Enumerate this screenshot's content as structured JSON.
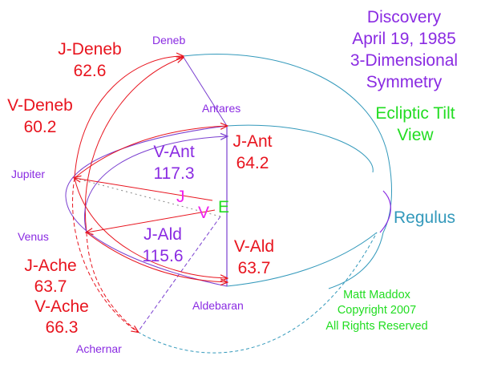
{
  "title": {
    "line1": "Discovery",
    "line2": "April 19, 1985",
    "line3": "3-Dimensional",
    "line4": "Symmetry",
    "view_line1": "Ecliptic Tilt",
    "view_line2": "View"
  },
  "stars": {
    "deneb": "Deneb",
    "antares": "Antares",
    "jupiter": "Jupiter",
    "venus": "Venus",
    "aldebaran": "Aldebaran",
    "achernar": "Achernar",
    "regulus": "Regulus"
  },
  "center": {
    "j": "J",
    "v": "V",
    "e": "E"
  },
  "angles": {
    "j_deneb_label": "J-Deneb",
    "j_deneb_value": "62.6",
    "v_deneb_label": "V-Deneb",
    "v_deneb_value": "60.2",
    "v_ant_label": "V-Ant",
    "v_ant_value": "117.3",
    "j_ant_label": "J-Ant",
    "j_ant_value": "64.2",
    "j_ald_label": "J-Ald",
    "j_ald_value": "115.6",
    "v_ald_label": "V-Ald",
    "v_ald_value": "63.7",
    "j_ache_label": "J-Ache",
    "j_ache_value": "63.7",
    "v_ache_label": "V-Ache",
    "v_ache_value": "66.3"
  },
  "credit": {
    "line1": "Matt Maddox",
    "line2": "Copyright 2007",
    "line3": "All Rights Reserved"
  },
  "colors": {
    "purple": "#8A2BE2",
    "red": "#E8141E",
    "teal": "#3399BB",
    "green": "#22DD22",
    "magenta": "#EE22EE",
    "violet_line": "#7A3FD0"
  }
}
